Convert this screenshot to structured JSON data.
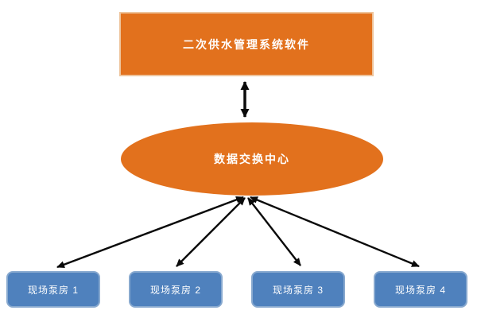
{
  "diagram": {
    "type": "hierarchy-flowchart",
    "background": "#ffffff",
    "colors": {
      "node_orange": "#e2711d",
      "node_blue": "#4f81bd",
      "arrow_black": "#0a0a0a",
      "label_text": "#ffffff"
    },
    "nodes": {
      "software": {
        "label": "二次供水管理系统软件",
        "shape": "rectangle",
        "color": "#e2711d"
      },
      "exchange": {
        "label": "数据交换中心",
        "shape": "ellipse",
        "color": "#e2711d"
      },
      "pumps": [
        {
          "label": "现场泵房 1",
          "shape": "rounded-rectangle",
          "color": "#4f81bd"
        },
        {
          "label": "现场泵房 2",
          "shape": "rounded-rectangle",
          "color": "#4f81bd"
        },
        {
          "label": "现场泵房 3",
          "shape": "rounded-rectangle",
          "color": "#4f81bd"
        },
        {
          "label": "现场泵房 4",
          "shape": "rounded-rectangle",
          "color": "#4f81bd"
        }
      ]
    },
    "connections": [
      {
        "from": "software",
        "to": "exchange",
        "style": "double-headed-arrow",
        "weight": "thick"
      },
      {
        "from": "exchange",
        "to": "pump-1",
        "style": "double-headed-arrow",
        "weight": "normal"
      },
      {
        "from": "exchange",
        "to": "pump-2",
        "style": "double-headed-arrow",
        "weight": "normal"
      },
      {
        "from": "exchange",
        "to": "pump-3",
        "style": "double-headed-arrow",
        "weight": "normal"
      },
      {
        "from": "exchange",
        "to": "pump-4",
        "style": "double-headed-arrow",
        "weight": "normal"
      }
    ]
  }
}
